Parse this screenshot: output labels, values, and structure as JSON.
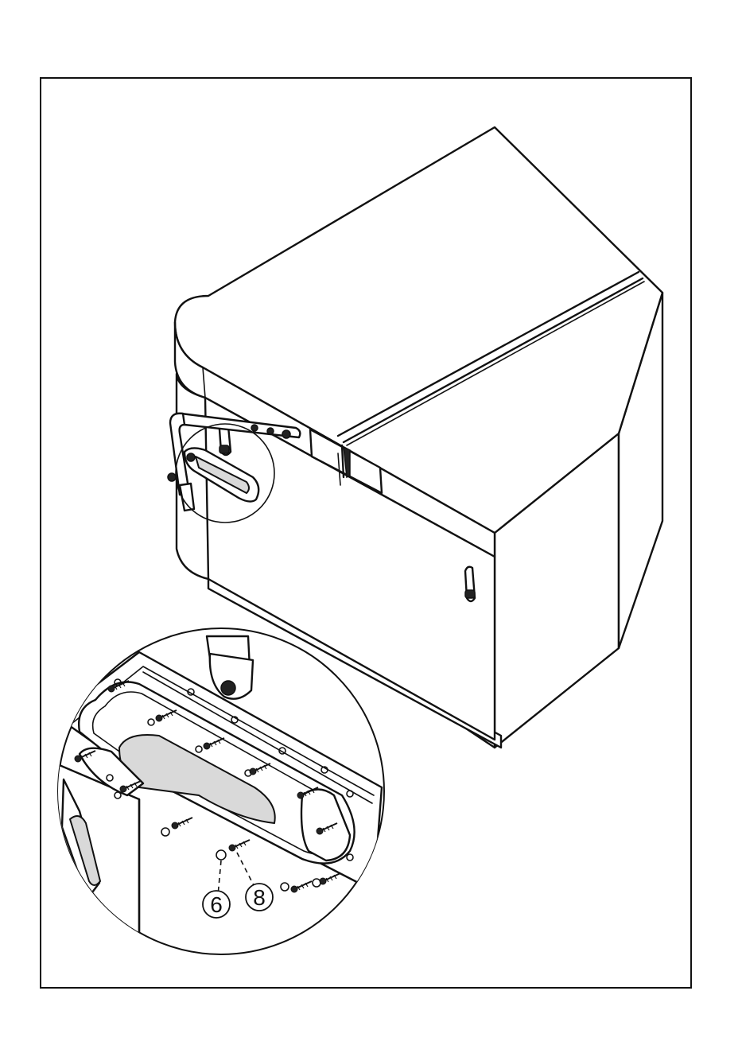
{
  "callouts": [
    {
      "id": "part-6",
      "label": "6"
    },
    {
      "id": "part-8",
      "label": "8"
    }
  ],
  "colors": {
    "line": "#111111",
    "background": "#ffffff",
    "shade": "#d9d9d9"
  }
}
